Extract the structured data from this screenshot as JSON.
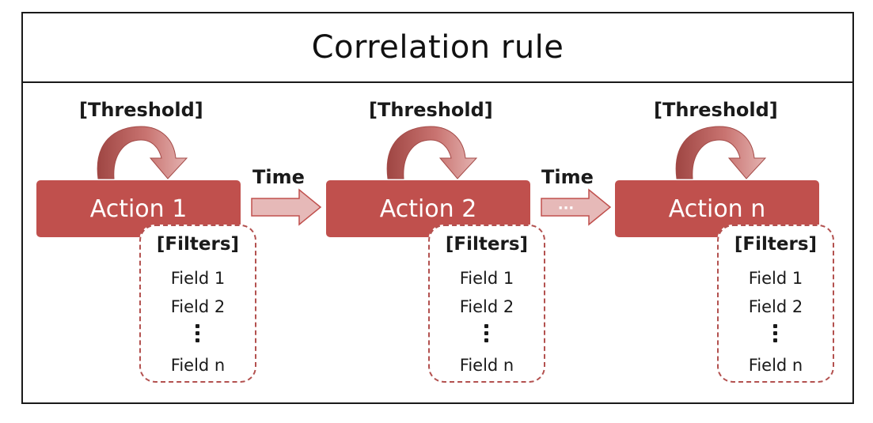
{
  "diagram": {
    "title": "Correlation rule",
    "stages": [
      {
        "threshold_label": "[Threshold]",
        "action_label": "Action 1",
        "filters": {
          "title": "[Filters]",
          "fields": [
            "Field 1",
            "Field 2",
            "Field n"
          ]
        }
      },
      {
        "threshold_label": "[Threshold]",
        "action_label": "Action 2",
        "filters": {
          "title": "[Filters]",
          "fields": [
            "Field 1",
            "Field 2",
            "Field n"
          ]
        }
      },
      {
        "threshold_label": "[Threshold]",
        "action_label": "Action n",
        "filters": {
          "title": "[Filters]",
          "fields": [
            "Field 1",
            "Field 2",
            "Field n"
          ]
        }
      }
    ],
    "connectors": [
      {
        "label": "Time",
        "arrow_text": ""
      },
      {
        "label": "Time",
        "arrow_text": "···"
      }
    ]
  },
  "colors": {
    "action_fill": "#c0504d",
    "arrow_fill": "#e6b9b8",
    "arrow_stroke": "#c0504d",
    "loop_dark": "#a34a47",
    "loop_light": "#dca3a1",
    "filter_border": "#b3514f",
    "frame_border": "#1a1a1a"
  },
  "icons": {
    "loop_arrow": "curved-loop-arrow-icon",
    "time_arrow": "right-block-arrow-icon",
    "vertical_ellipsis": "vertical-ellipsis-icon"
  }
}
